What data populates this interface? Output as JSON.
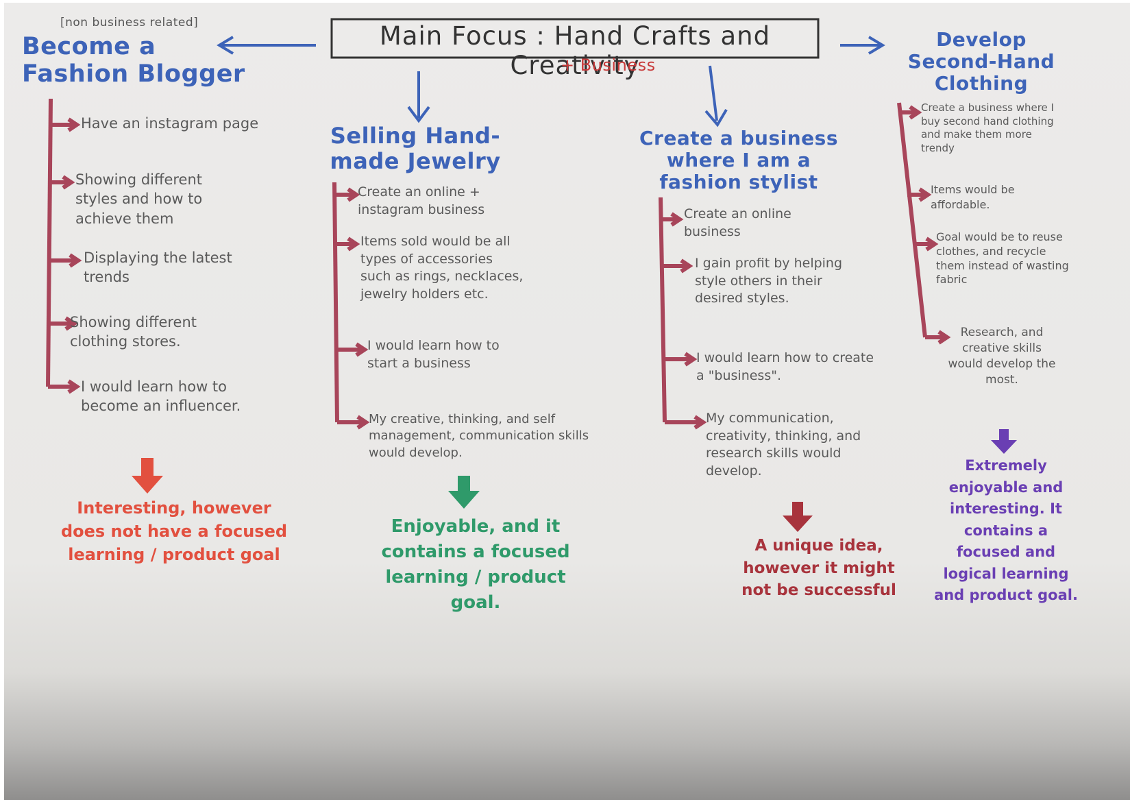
{
  "header": {
    "main_focus": "Main Focus : Hand Crafts and Creativity",
    "business_tag": "+ Business",
    "note": "[non business related]"
  },
  "columns": [
    {
      "title": "Become a Fashion Blogger",
      "items": [
        "Have an instagram page",
        "Showing different styles and how to achieve them",
        "Displaying the latest trends",
        "Showing different clothing stores.",
        "I would learn how to become an influencer."
      ],
      "verdict": "Interesting, however does not have a focused learning / product goal",
      "verdict_color": "#e2503f"
    },
    {
      "title": "Selling Hand-made Jewelry",
      "items": [
        "Create an online + instagram business",
        "Items sold would be all types of accessories such as rings, necklaces, jewelry holders etc.",
        "I would learn how to start a business",
        "My creative, thinking, and self management, communication skills would develop."
      ],
      "verdict": "Enjoyable, and it contains a focused learning / product goal.",
      "verdict_color": "#2f9a6a"
    },
    {
      "title": "Create a business where I am a fashion stylist",
      "items": [
        "Create an online business",
        "I gain profit by helping style others in their desired styles.",
        "I would learn how to create a \"business\".",
        "My communication, creativity, thinking, and research skills would develop."
      ],
      "verdict": "A unique idea, however it might not be successful",
      "verdict_color": "#a8333c"
    },
    {
      "title": "Develop Second-Hand Clothing",
      "items": [
        "Create a business where I buy second hand clothing and make them more trendy",
        "Items would be affordable.",
        "Goal would be to reuse clothes, and recycle them instead of wasting fabric",
        "Research, and creative skills would develop the most."
      ],
      "verdict": "Extremely enjoyable and interesting. It contains a focused and logical learning and product goal.",
      "verdict_color": "#6a3fb3"
    }
  ],
  "colors": {
    "paper": "#ecebea",
    "blue_ink": "#3d63b8",
    "bracket_red": "#a8455a",
    "business_red": "#c83a3a"
  }
}
